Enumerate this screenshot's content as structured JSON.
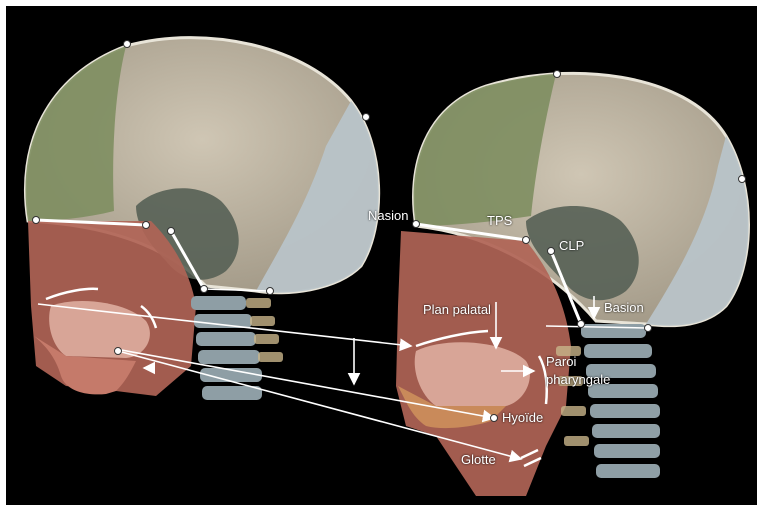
{
  "labels": {
    "nasion": "Nasion",
    "tps": "TPS",
    "clp": "CLP",
    "basion": "Basion",
    "plan_palatal": "Plan palatal",
    "paroi_line1": "Paroi",
    "paroi_line2": "pharyngale",
    "hyoide": "Hyoïde",
    "glotte": "Glotte"
  },
  "colors": {
    "background": "#000000",
    "annotation": "#ffffff",
    "skull_bone": "#d9d2c2",
    "frontal_bone": "#8b9a6e",
    "occipital_bone": "#b9c4c9",
    "soft_tissue": "#b7685a",
    "vertebra": "#8e9ea5"
  }
}
